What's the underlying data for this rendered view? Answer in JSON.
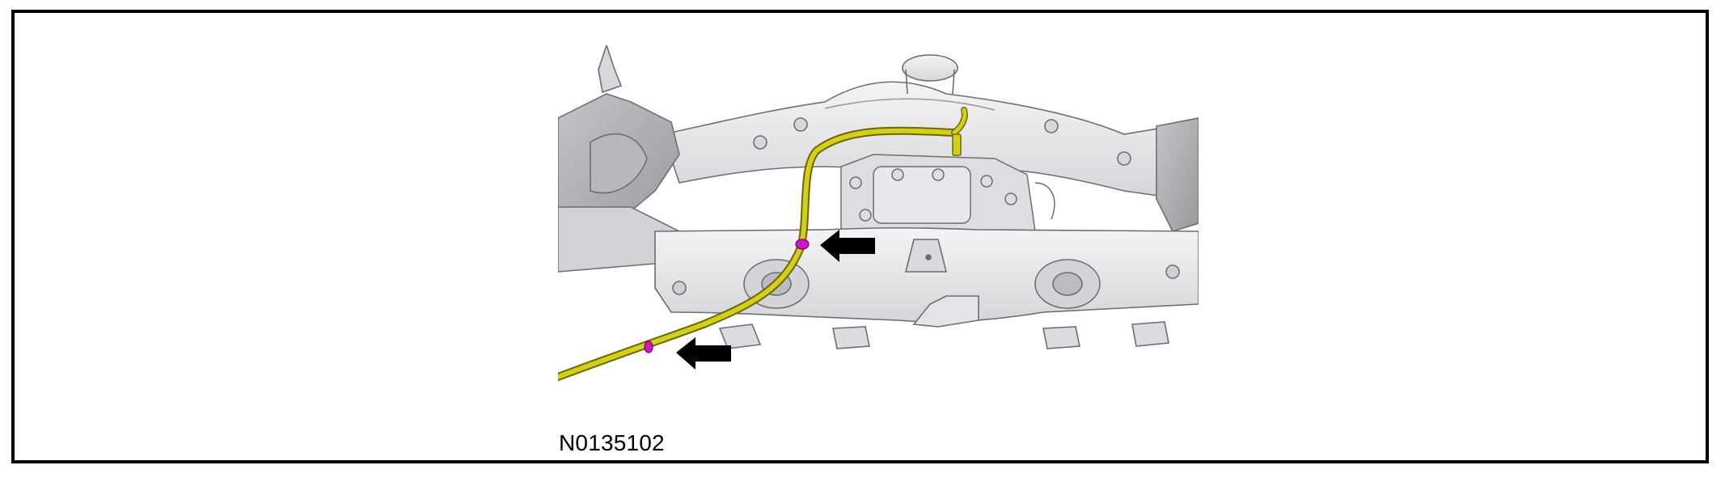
{
  "figure": {
    "reference_code": "N0135102",
    "subject": "rear-subframe-with-harness-routing",
    "colors": {
      "frame_border": "#000000",
      "metal_fill": "#e6e6e8",
      "metal_shade": "#cfcfd3",
      "metal_outline": "#6e6e72",
      "harness": "#d4cf1a",
      "harness_outline": "#6b6800",
      "clip_marker": "#d018c8",
      "arrow": "#000000"
    },
    "callouts": [
      {
        "id": "arrow-upper",
        "icon": "left-arrow-icon"
      },
      {
        "id": "arrow-lower",
        "icon": "left-arrow-icon"
      }
    ]
  }
}
